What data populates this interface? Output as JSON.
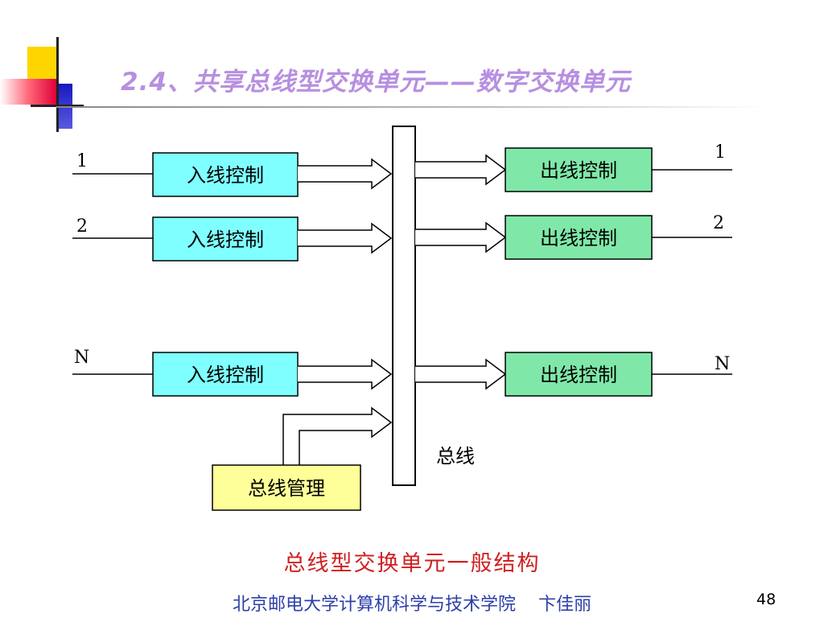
{
  "slide": {
    "title": "2.4、共享总线型交换单元——数字交换单元",
    "caption": "总线型交换单元一般结构",
    "footer": "北京邮电大学计算机科学与技术学院    卞佳丽",
    "page_number": "48"
  },
  "colors": {
    "title": "#b78fe0",
    "input_box_fill": "#7fffff",
    "output_box_fill": "#7fe8a8",
    "manager_box_fill": "#ffff99",
    "caption": "#d02020",
    "footer": "#2c3fa8"
  },
  "diagram": {
    "inputs": [
      {
        "port": "1",
        "label": "入线控制"
      },
      {
        "port": "2",
        "label": "入线控制"
      },
      {
        "port": "N",
        "label": "入线控制"
      }
    ],
    "outputs": [
      {
        "port": "1",
        "label": "出线控制"
      },
      {
        "port": "2",
        "label": "出线控制"
      },
      {
        "port": "N",
        "label": "出线控制"
      }
    ],
    "bus_label": "总线",
    "bus_manager_label": "总线管理"
  }
}
